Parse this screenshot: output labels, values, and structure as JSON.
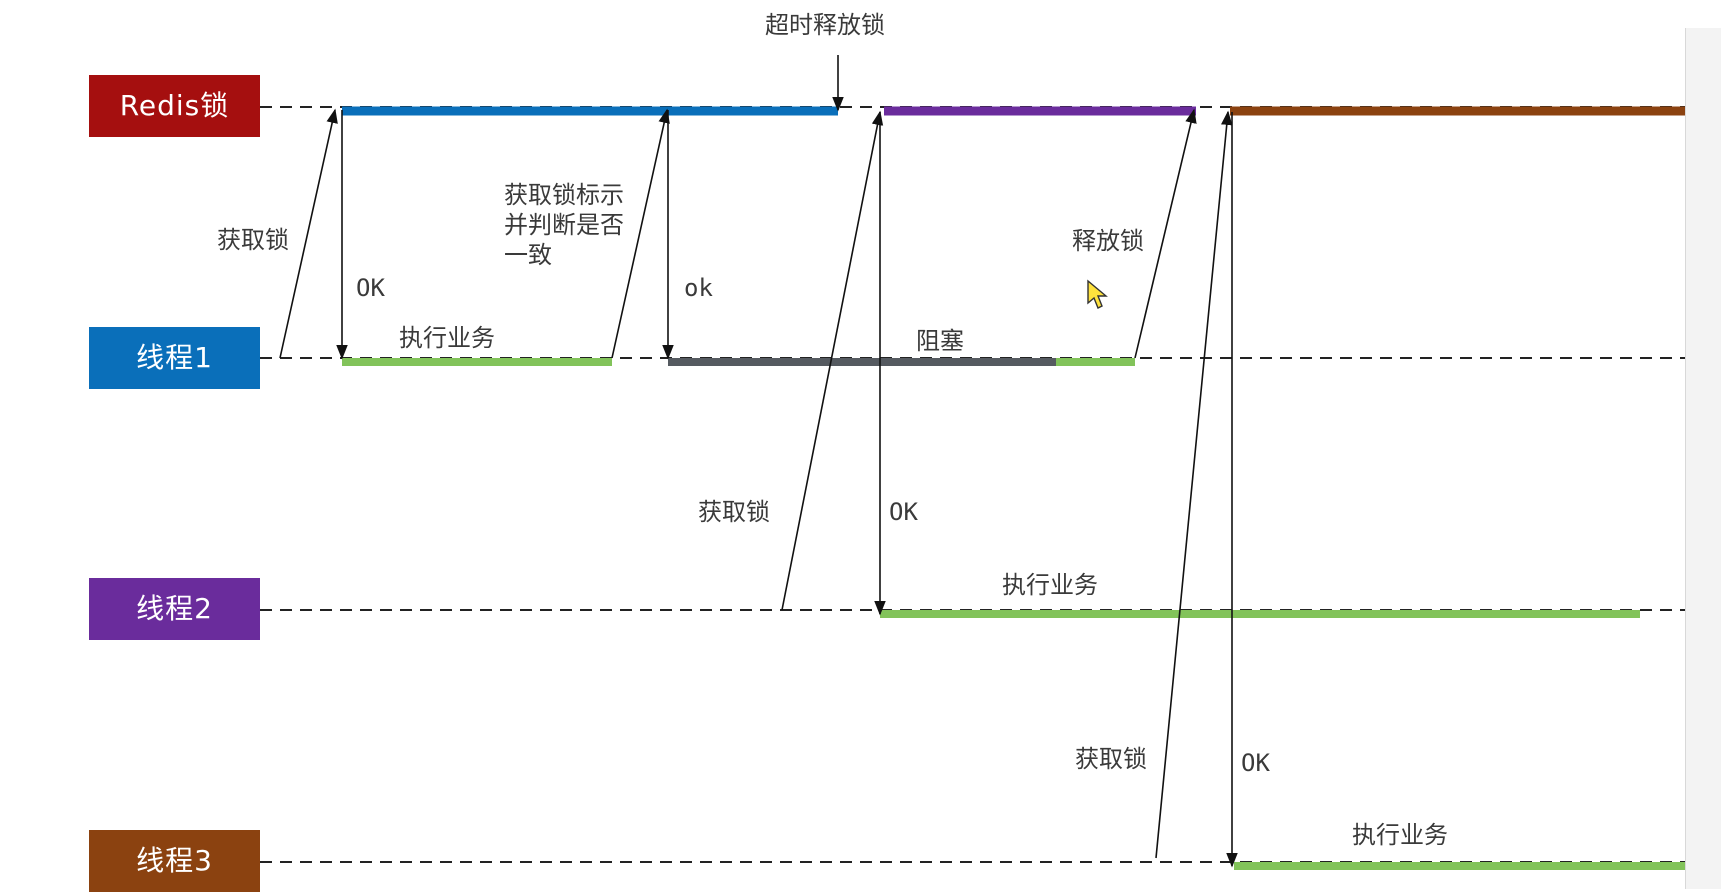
{
  "lanes": {
    "redis": {
      "label": "Redis锁",
      "color": "#a50f0f"
    },
    "thread1": {
      "label": "线程1",
      "color": "#0a6fba"
    },
    "thread2": {
      "label": "线程2",
      "color": "#6a2c9c"
    },
    "thread3": {
      "label": "线程3",
      "color": "#8b4210"
    }
  },
  "labels": {
    "timeout_release": "超时释放锁",
    "t1_acquire": "获取锁",
    "t1_ok": "OK",
    "t1_execute": "执行业务",
    "t1_check": "获取锁标示\n并判断是否\n一致",
    "t1_check_ok": "ok",
    "t1_blocked": "阻塞",
    "t1_release": "释放锁",
    "t2_acquire": "获取锁",
    "t2_ok": "OK",
    "t2_execute": "执行业务",
    "t3_acquire": "获取锁",
    "t3_ok": "OK",
    "t3_execute": "执行业务"
  },
  "colors": {
    "lock_t1": "#0a6fba",
    "lock_t2": "#6a2c9c",
    "lock_t3": "#8b4210",
    "executing": "#82c35a",
    "blocked": "#555a60",
    "dashed_line": "#222222",
    "arrow": "#111111"
  },
  "icons": {
    "cursor": "mouse-pointer-icon"
  }
}
